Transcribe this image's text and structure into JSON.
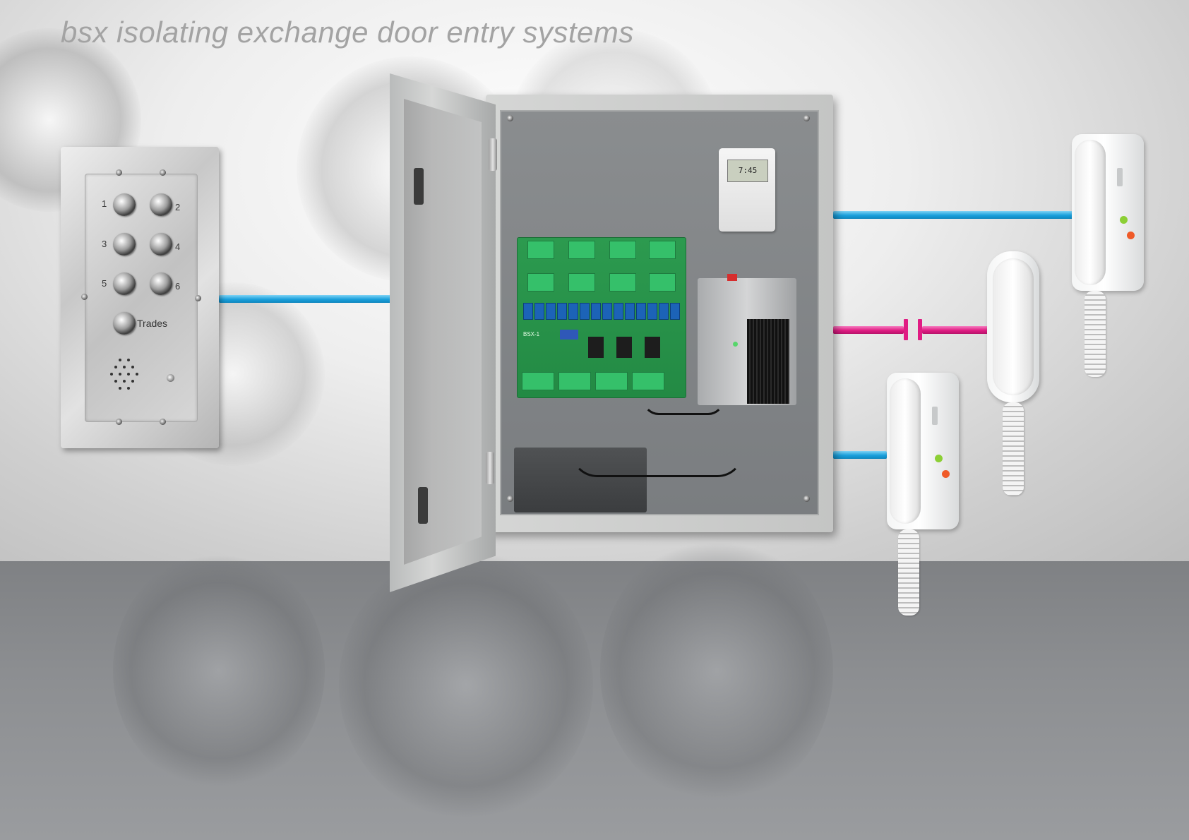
{
  "page": {
    "title": "bsx isolating exchange door entry systems"
  },
  "entry_panel": {
    "buttons": [
      {
        "label": "1"
      },
      {
        "label": "2"
      },
      {
        "label": "3"
      },
      {
        "label": "4"
      },
      {
        "label": "5"
      },
      {
        "label": "6"
      }
    ],
    "trades_label": "Trades"
  },
  "cabinet": {
    "pcb_label": "BSX-1",
    "timer_display": "7:45"
  },
  "colors": {
    "cable_blue": "#1aa0dc",
    "cable_pink": "#e01c83",
    "title_gray": "#a3a3a3"
  },
  "icons": [
    "push-button-icon",
    "speaker-grille-icon",
    "capacitor-symbol-icon",
    "handset-icon"
  ]
}
